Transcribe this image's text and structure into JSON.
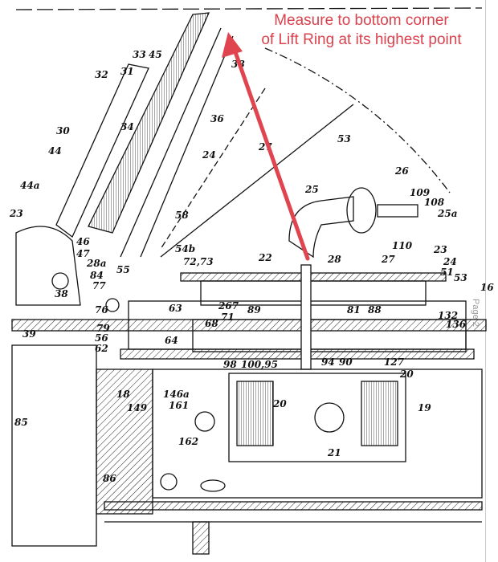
{
  "annotation": {
    "line1": "Measure to bottom corner",
    "line2": "of Lift Ring at its highest point",
    "color": "#d9434e"
  },
  "page_label": "Page 2",
  "reference_numerals": [
    "33",
    "45",
    "38",
    "32",
    "31",
    "34",
    "36",
    "30",
    "44",
    "24",
    "27",
    "53",
    "26",
    "44a",
    "25",
    "109",
    "108",
    "25a",
    "23",
    "58",
    "46",
    "47",
    "54b",
    "72,73",
    "22",
    "28",
    "27",
    "110",
    "23",
    "24",
    "51",
    "53",
    "16",
    "28a",
    "84",
    "55",
    "77",
    "38",
    "76",
    "63",
    "267",
    "71",
    "89",
    "81",
    "88",
    "39",
    "79",
    "56",
    "62",
    "64",
    "68",
    "132",
    "136",
    "98",
    "100,95",
    "94",
    "90",
    "127",
    "20",
    "18",
    "146a",
    "161",
    "149",
    "20",
    "19",
    "85",
    "162",
    "21",
    "86"
  ]
}
